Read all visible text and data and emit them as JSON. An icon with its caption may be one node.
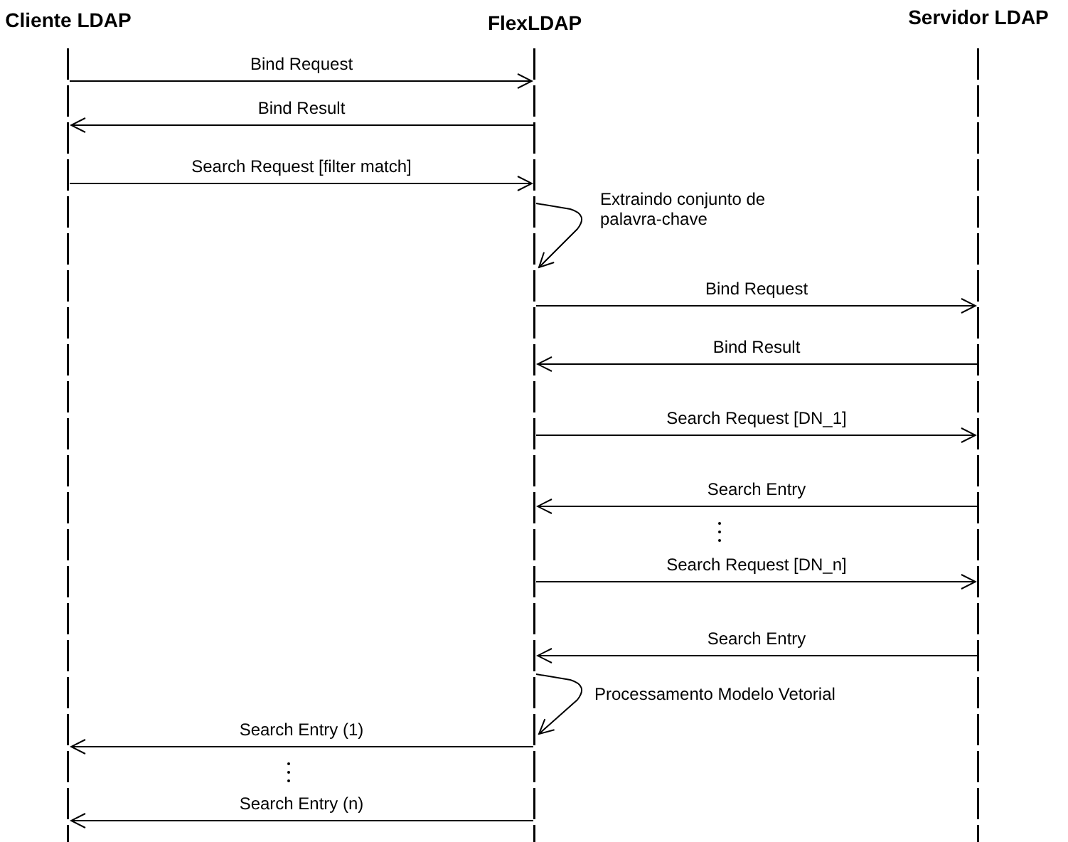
{
  "diagram": {
    "nodes": [
      {
        "text": [
          "Cliente LDAP"
        ]
      },
      {
        "text": [
          "FlexLDAP"
        ]
      },
      {
        "text": [
          "Servidor LDAP"
        ]
      }
    ],
    "edges": [
      {
        "from": 0,
        "to": 1,
        "arrow": "to",
        "label": "Bind Request"
      },
      {
        "from": 1,
        "to": 0,
        "arrow": "to",
        "label": "Bind Result"
      },
      {
        "from": 0,
        "to": 1,
        "arrow": "to",
        "label": "Search Request [filter match]"
      },
      {
        "from": 1,
        "to": 1,
        "arrow": "to",
        "label": "Extraindo conjunto de palavra-chave"
      },
      {
        "from": 1,
        "to": 2,
        "arrow": "to",
        "label": "Bind Request"
      },
      {
        "from": 2,
        "to": 1,
        "arrow": "to",
        "label": "Bind Result"
      },
      {
        "from": 1,
        "to": 2,
        "arrow": "to",
        "label": "Search Request [DN_1]"
      },
      {
        "from": 2,
        "to": 1,
        "arrow": "to",
        "label": "Search Entry"
      },
      {
        "from": 1,
        "to": 2,
        "arrow": "to",
        "label": "Search Request [DN_n]"
      },
      {
        "from": 2,
        "to": 1,
        "arrow": "to",
        "label": "Search Entry"
      },
      {
        "from": 1,
        "to": 1,
        "arrow": "to",
        "label": "Processamento Modelo Vetorial"
      },
      {
        "from": 1,
        "to": 0,
        "arrow": "to",
        "label": "Search Entry (1)"
      },
      {
        "from": 1,
        "to": 0,
        "arrow": "to",
        "label": "Search Entry (n)"
      }
    ]
  }
}
